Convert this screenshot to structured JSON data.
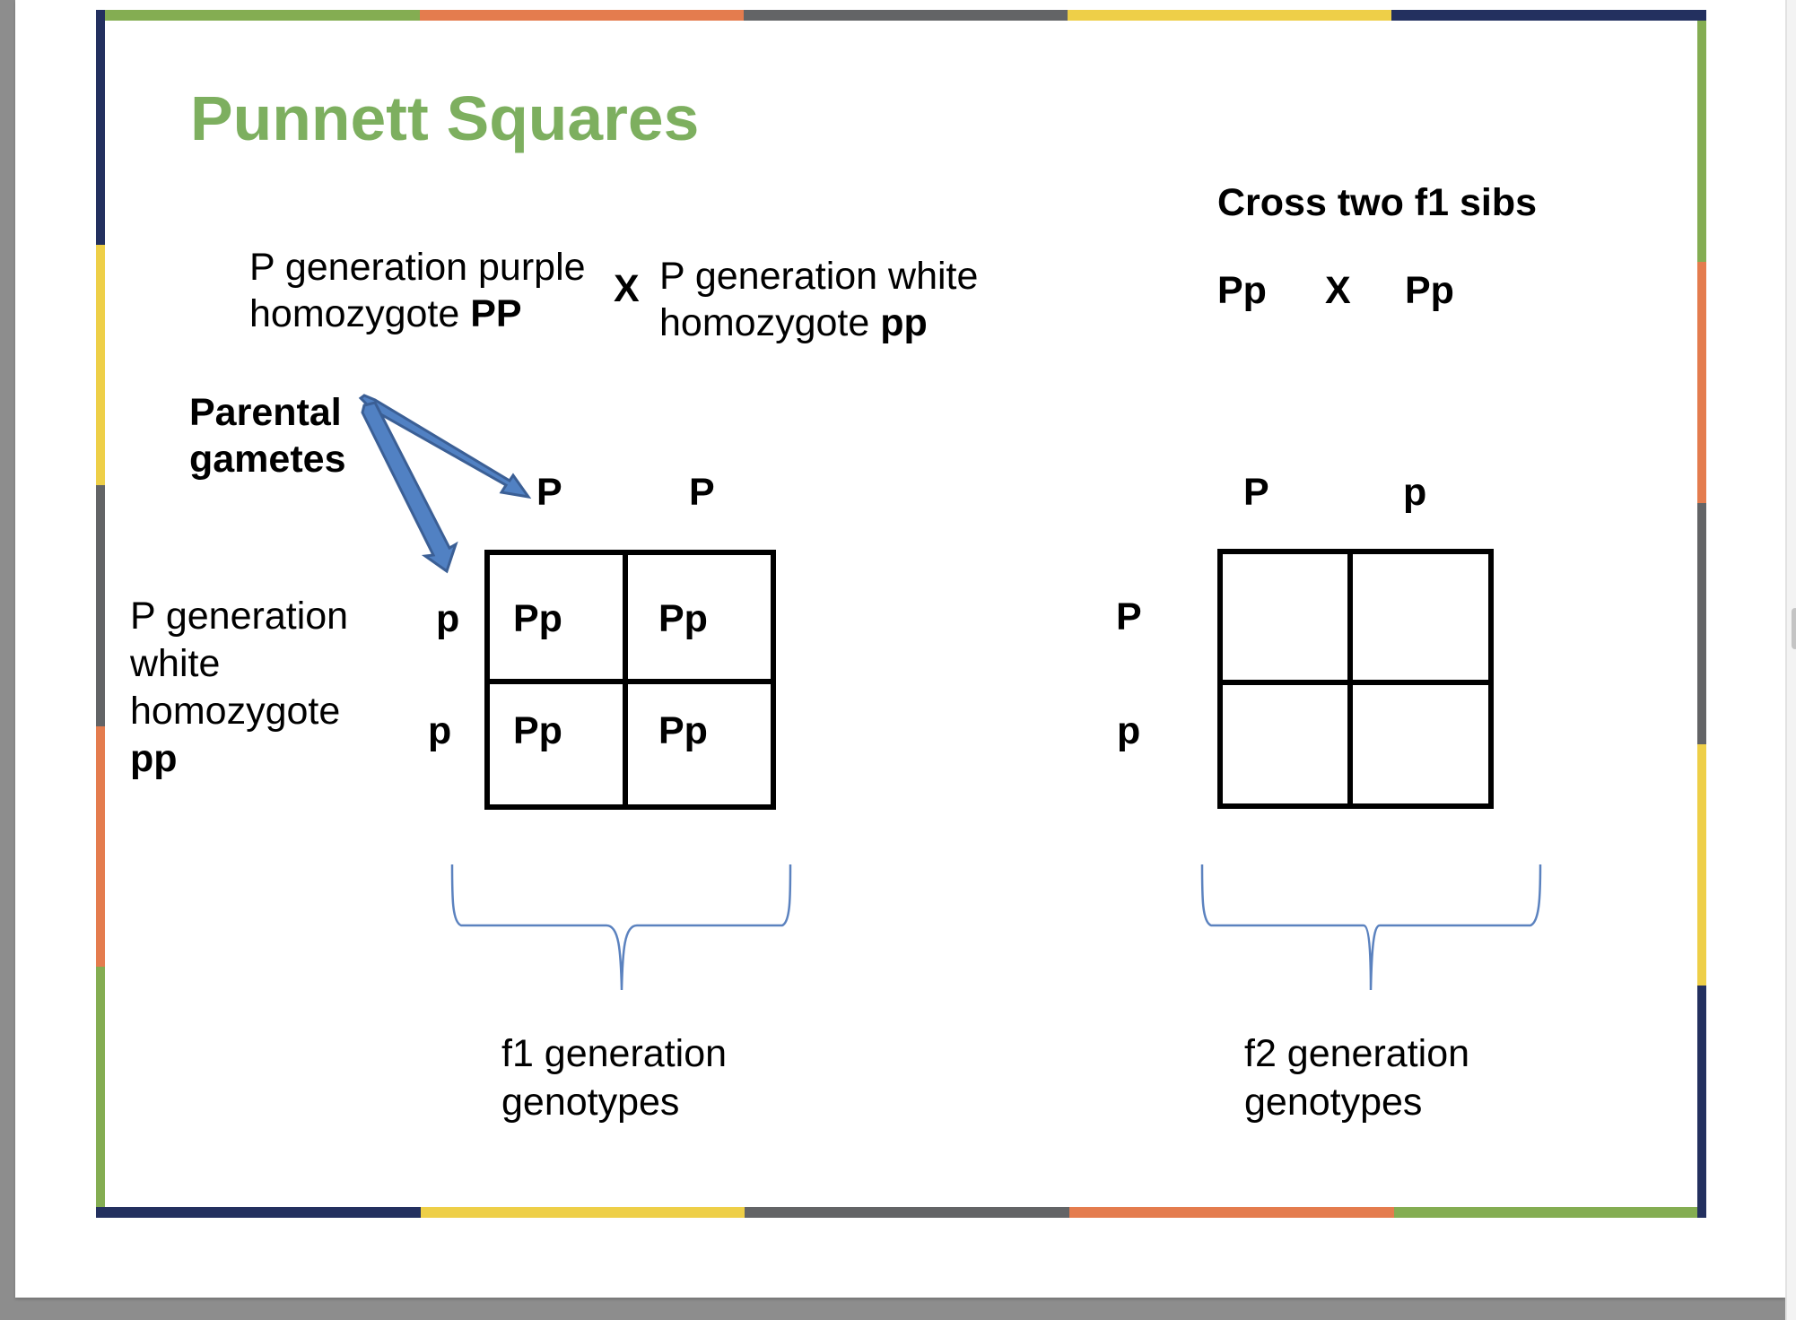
{
  "slide": {
    "title": "Punnett Squares",
    "title_color": "#7daf5f",
    "border_colors": {
      "green": "#84ad52",
      "orange": "#e47c4e",
      "gray": "#636466",
      "yellow": "#eecf48",
      "navy": "#23305f"
    }
  },
  "cross1": {
    "parent1_line1": "P generation purple",
    "parent1_line2_prefix": "homozygote ",
    "parent1_genotype": "PP",
    "cross_symbol": "X",
    "parent2_line1": "P generation white",
    "parent2_line2_prefix": "homozygote ",
    "parent2_genotype": "pp",
    "gametes_label_line1": "Parental",
    "gametes_label_line2": "gametes",
    "side_label_line1": "P generation",
    "side_label_line2": "white",
    "side_label_line3": "homozygote",
    "side_label_genotype": "pp",
    "column_alleles": [
      "P",
      "P"
    ],
    "row_alleles": [
      "p",
      "p"
    ],
    "cells": [
      [
        "Pp",
        "Pp"
      ],
      [
        "Pp",
        "Pp"
      ]
    ],
    "result_line1": "f1 generation",
    "result_line2": "genotypes"
  },
  "cross2": {
    "heading": "Cross two f1 sibs",
    "parent1": "Pp",
    "cross_symbol": "X",
    "parent2": "Pp",
    "column_alleles": [
      "P",
      "p"
    ],
    "row_alleles": [
      "P",
      "p"
    ],
    "cells": [
      [
        "",
        ""
      ],
      [
        "",
        ""
      ]
    ],
    "result_line1": "f2 generation",
    "result_line2": "genotypes"
  },
  "colors": {
    "arrow_fill": "#5181c3",
    "arrow_stroke": "#3b5f95",
    "brace": "#5b82bf"
  }
}
